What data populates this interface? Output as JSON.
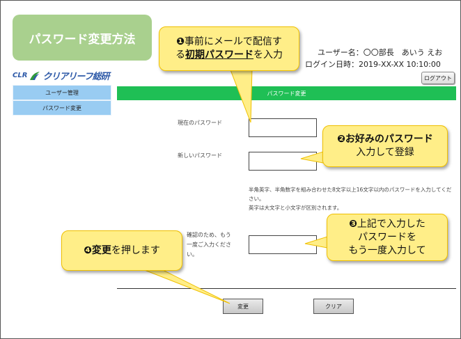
{
  "title": "パスワード変更方法",
  "header": {
    "user_label": "ユーザー名：〇〇部長　あいう えお",
    "login_label": "ログイン日時：2019-XX-XX 10:10:00",
    "logout_label": "ログアウト"
  },
  "logo": {
    "prefix": "CLR",
    "name": "クリアリーフ総研"
  },
  "sidebar": {
    "items": [
      {
        "label": "ユーザー管理"
      },
      {
        "label": "パスワード変更"
      }
    ]
  },
  "page_heading": "パスワード変更",
  "form": {
    "current_password_label": "現在のパスワード",
    "current_password_value": "",
    "new_password_label": "新しいパスワード",
    "new_password_value": "",
    "help_line1": "半角英字、半角数字を組み合わせた8文字以上16文字以内のパスワードを入力してください。",
    "help_line2": "英字は大文字と小文字が区別されます。",
    "confirm_label": "確認のため、もう一度ご入力ください。",
    "confirm_value": "",
    "submit_label": "変更",
    "clear_label": "クリア"
  },
  "callouts": {
    "c1": {
      "num": "❶",
      "line1": "事前にメールで配信す",
      "line2_pre": "る",
      "line2_em": "初期パスワード",
      "line2_post": "を入力"
    },
    "c2": {
      "num": "❷",
      "line1": "お好みのパスワード",
      "line2": "入力して登録"
    },
    "c3": {
      "num": "❸",
      "line1": "上記で入力した",
      "line2": "パスワードを",
      "line3": "もう一度入力して"
    },
    "c4": {
      "num": "❹",
      "em": "変更",
      "rest": "を押します"
    }
  },
  "colors": {
    "title_bg": "#a9d08e",
    "header_bar": "#1fbf55",
    "sidebar_bg": "#99ccf2",
    "callout_bg": "#ffee88"
  }
}
